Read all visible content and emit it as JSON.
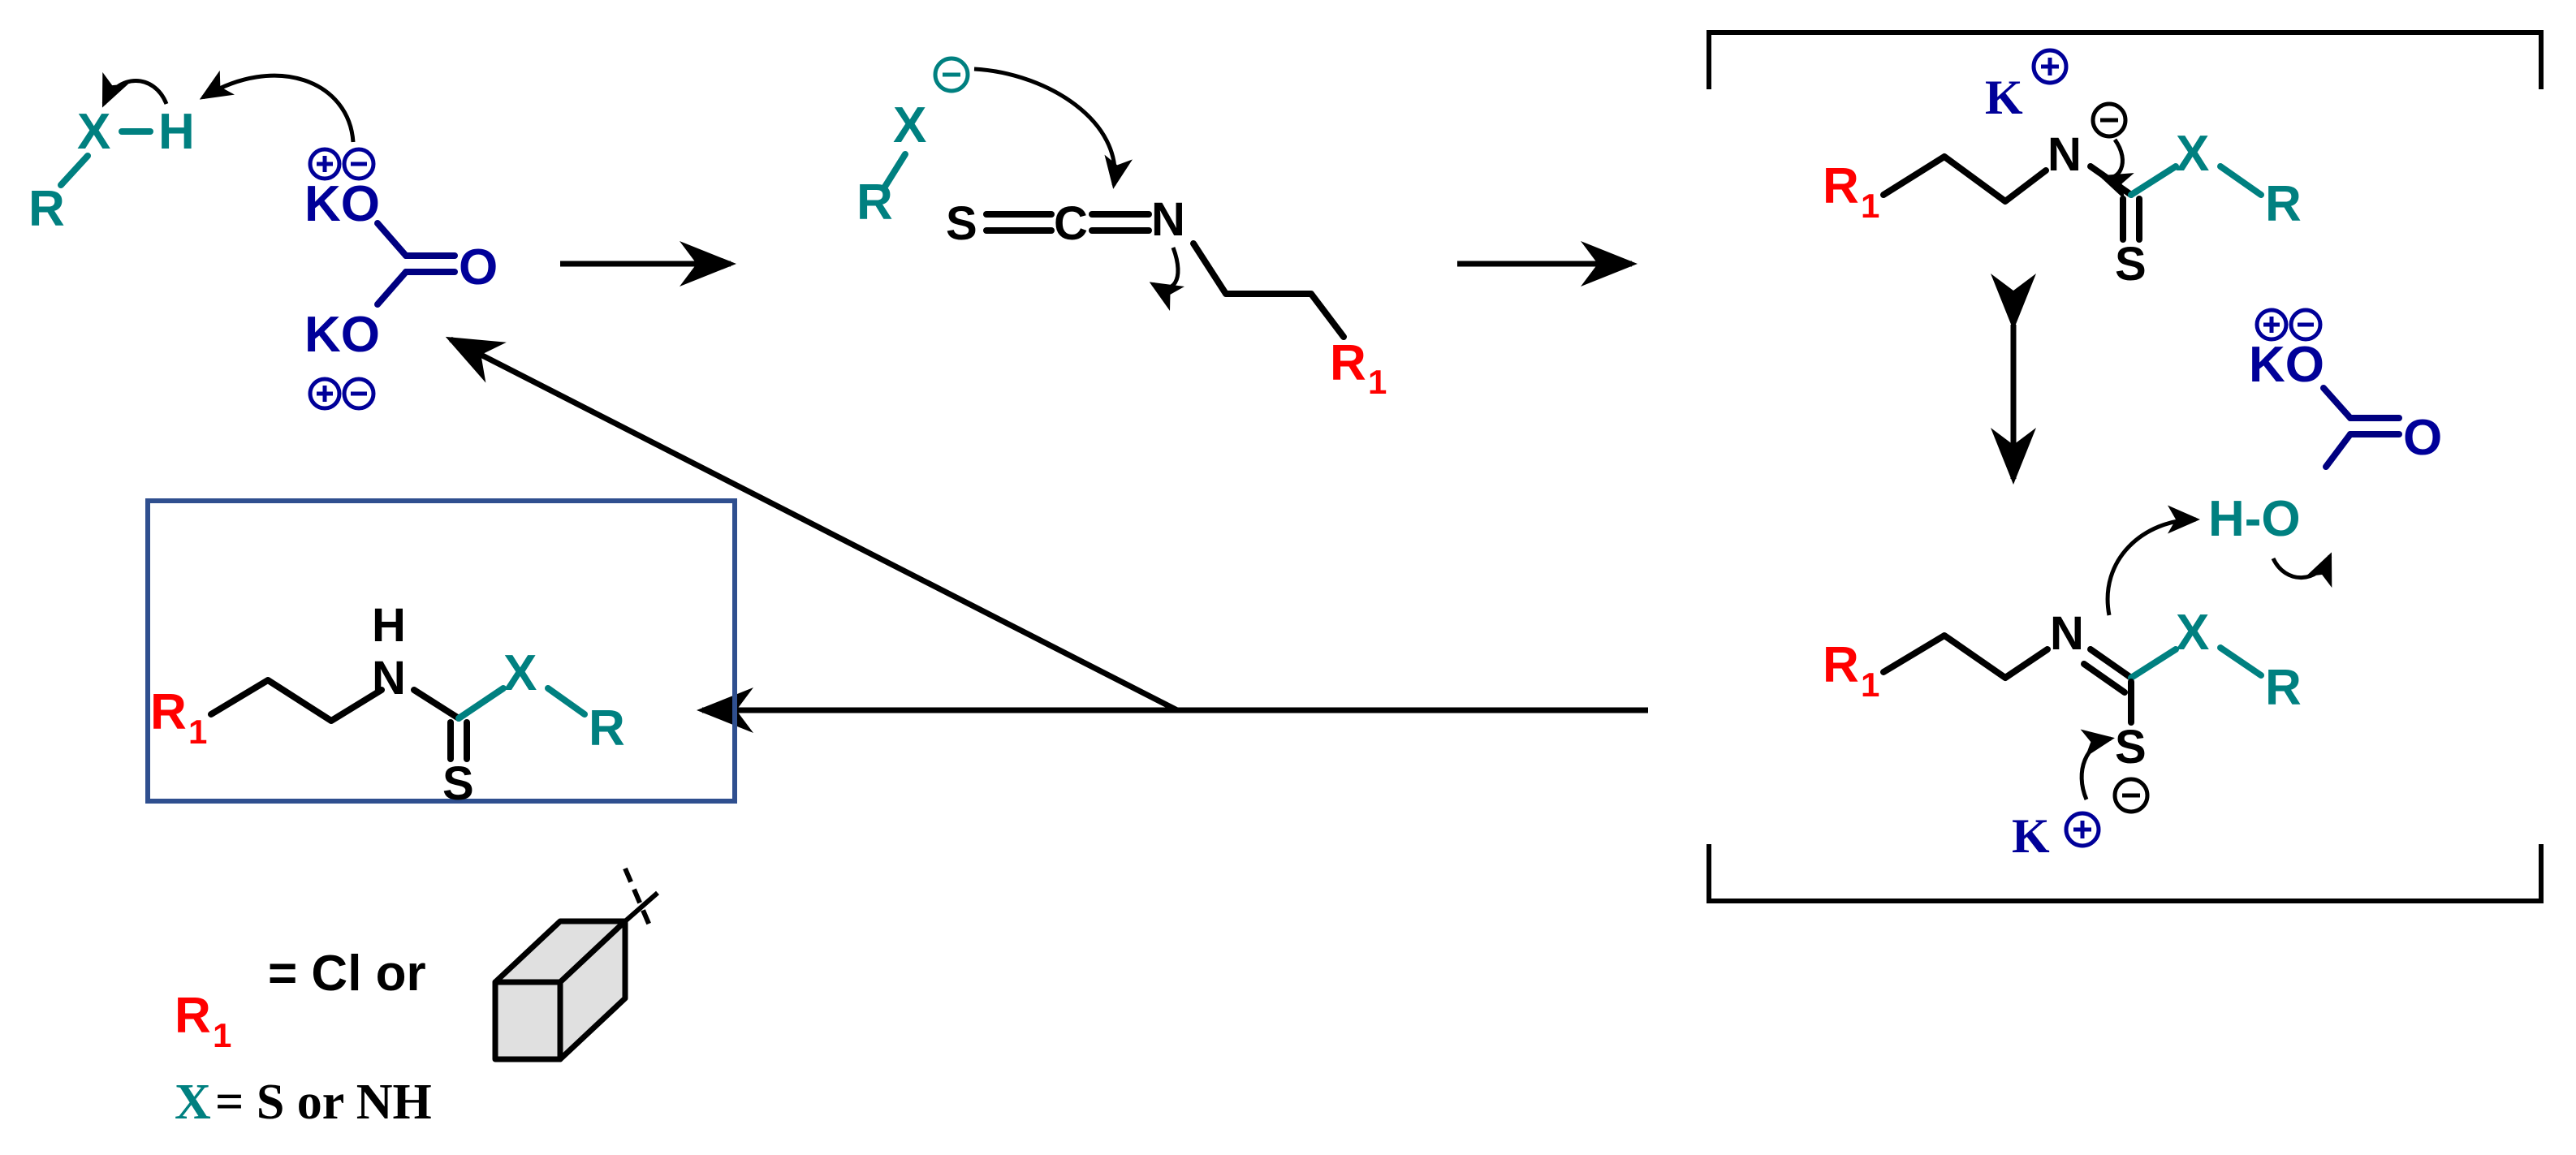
{
  "colors": {
    "black": "#000000",
    "red": "#ff0000",
    "teal": "#008080",
    "navy": "#000099",
    "box": "#2f4f8f",
    "cube_fill": "#e0e0e0"
  },
  "atoms": {
    "X": "X",
    "H": "H",
    "R": "R",
    "R1": "R",
    "sub1": "1",
    "KO": "KO",
    "O": "O",
    "S": "S",
    "C": "C",
    "N": "N",
    "K": "K",
    "HO": "H-O"
  },
  "legend": {
    "r1_symbol": "R",
    "r1_sub": "1",
    "r1_text": "= Cl or",
    "x_symbol": "X",
    "x_text": "= S or NH"
  },
  "charges": {
    "minus": "−",
    "plus": "+"
  }
}
